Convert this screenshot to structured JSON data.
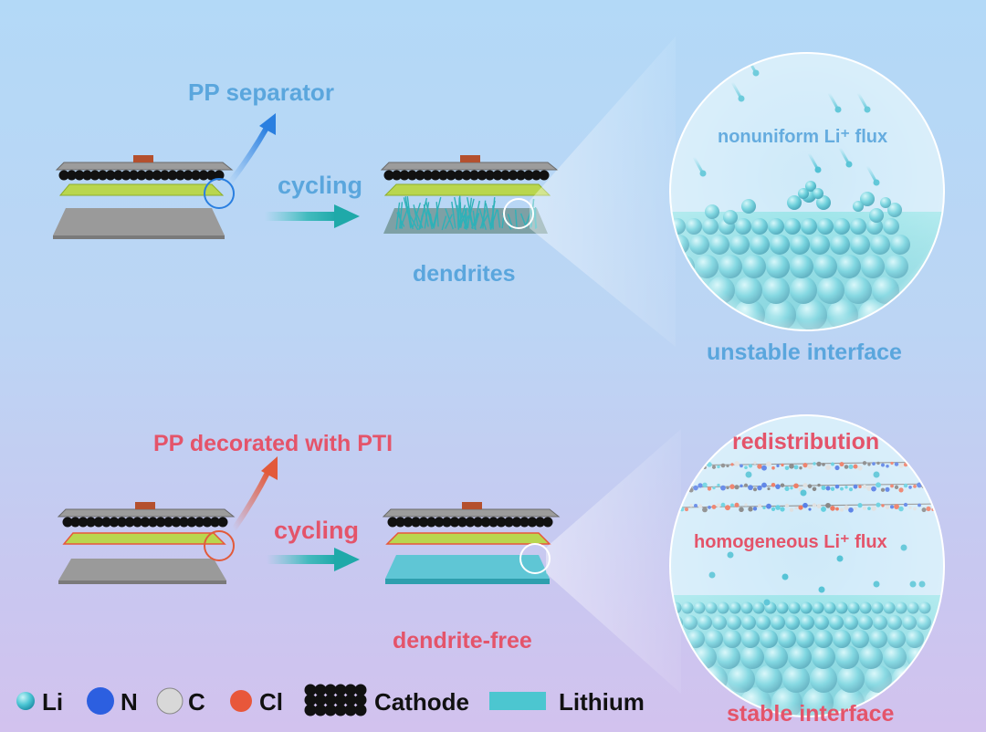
{
  "top": {
    "separator_label": "PP separator",
    "cycling_label": "cycling",
    "result_label": "dendrites",
    "zoom_flux_label": "nonuniform Li⁺ flux",
    "interface_label": "unstable interface"
  },
  "bottom": {
    "separator_label": "PP decorated with PTI",
    "cycling_label": "cycling",
    "result_label": "dendrite-free",
    "zoom_top_label": "redistribution",
    "zoom_flux_label": "homogeneous Li⁺ flux",
    "interface_label": "stable interface"
  },
  "legend": {
    "items": [
      {
        "label": "Li",
        "color": "#3cc4d8"
      },
      {
        "label": "N",
        "color": "#2c5fe0"
      },
      {
        "label": "C",
        "color": "#d8d8d8"
      },
      {
        "label": "Cl",
        "color": "#e8573a"
      },
      {
        "label": "Cathode",
        "color": "#1a1a1a"
      },
      {
        "label": "Lithium",
        "color": "#4cc6d0"
      }
    ]
  },
  "colors": {
    "label_blue": "#5aa6dd",
    "label_red": "#e4546a",
    "lithium": "#4cc6d0",
    "separator": "#b9d64e"
  }
}
